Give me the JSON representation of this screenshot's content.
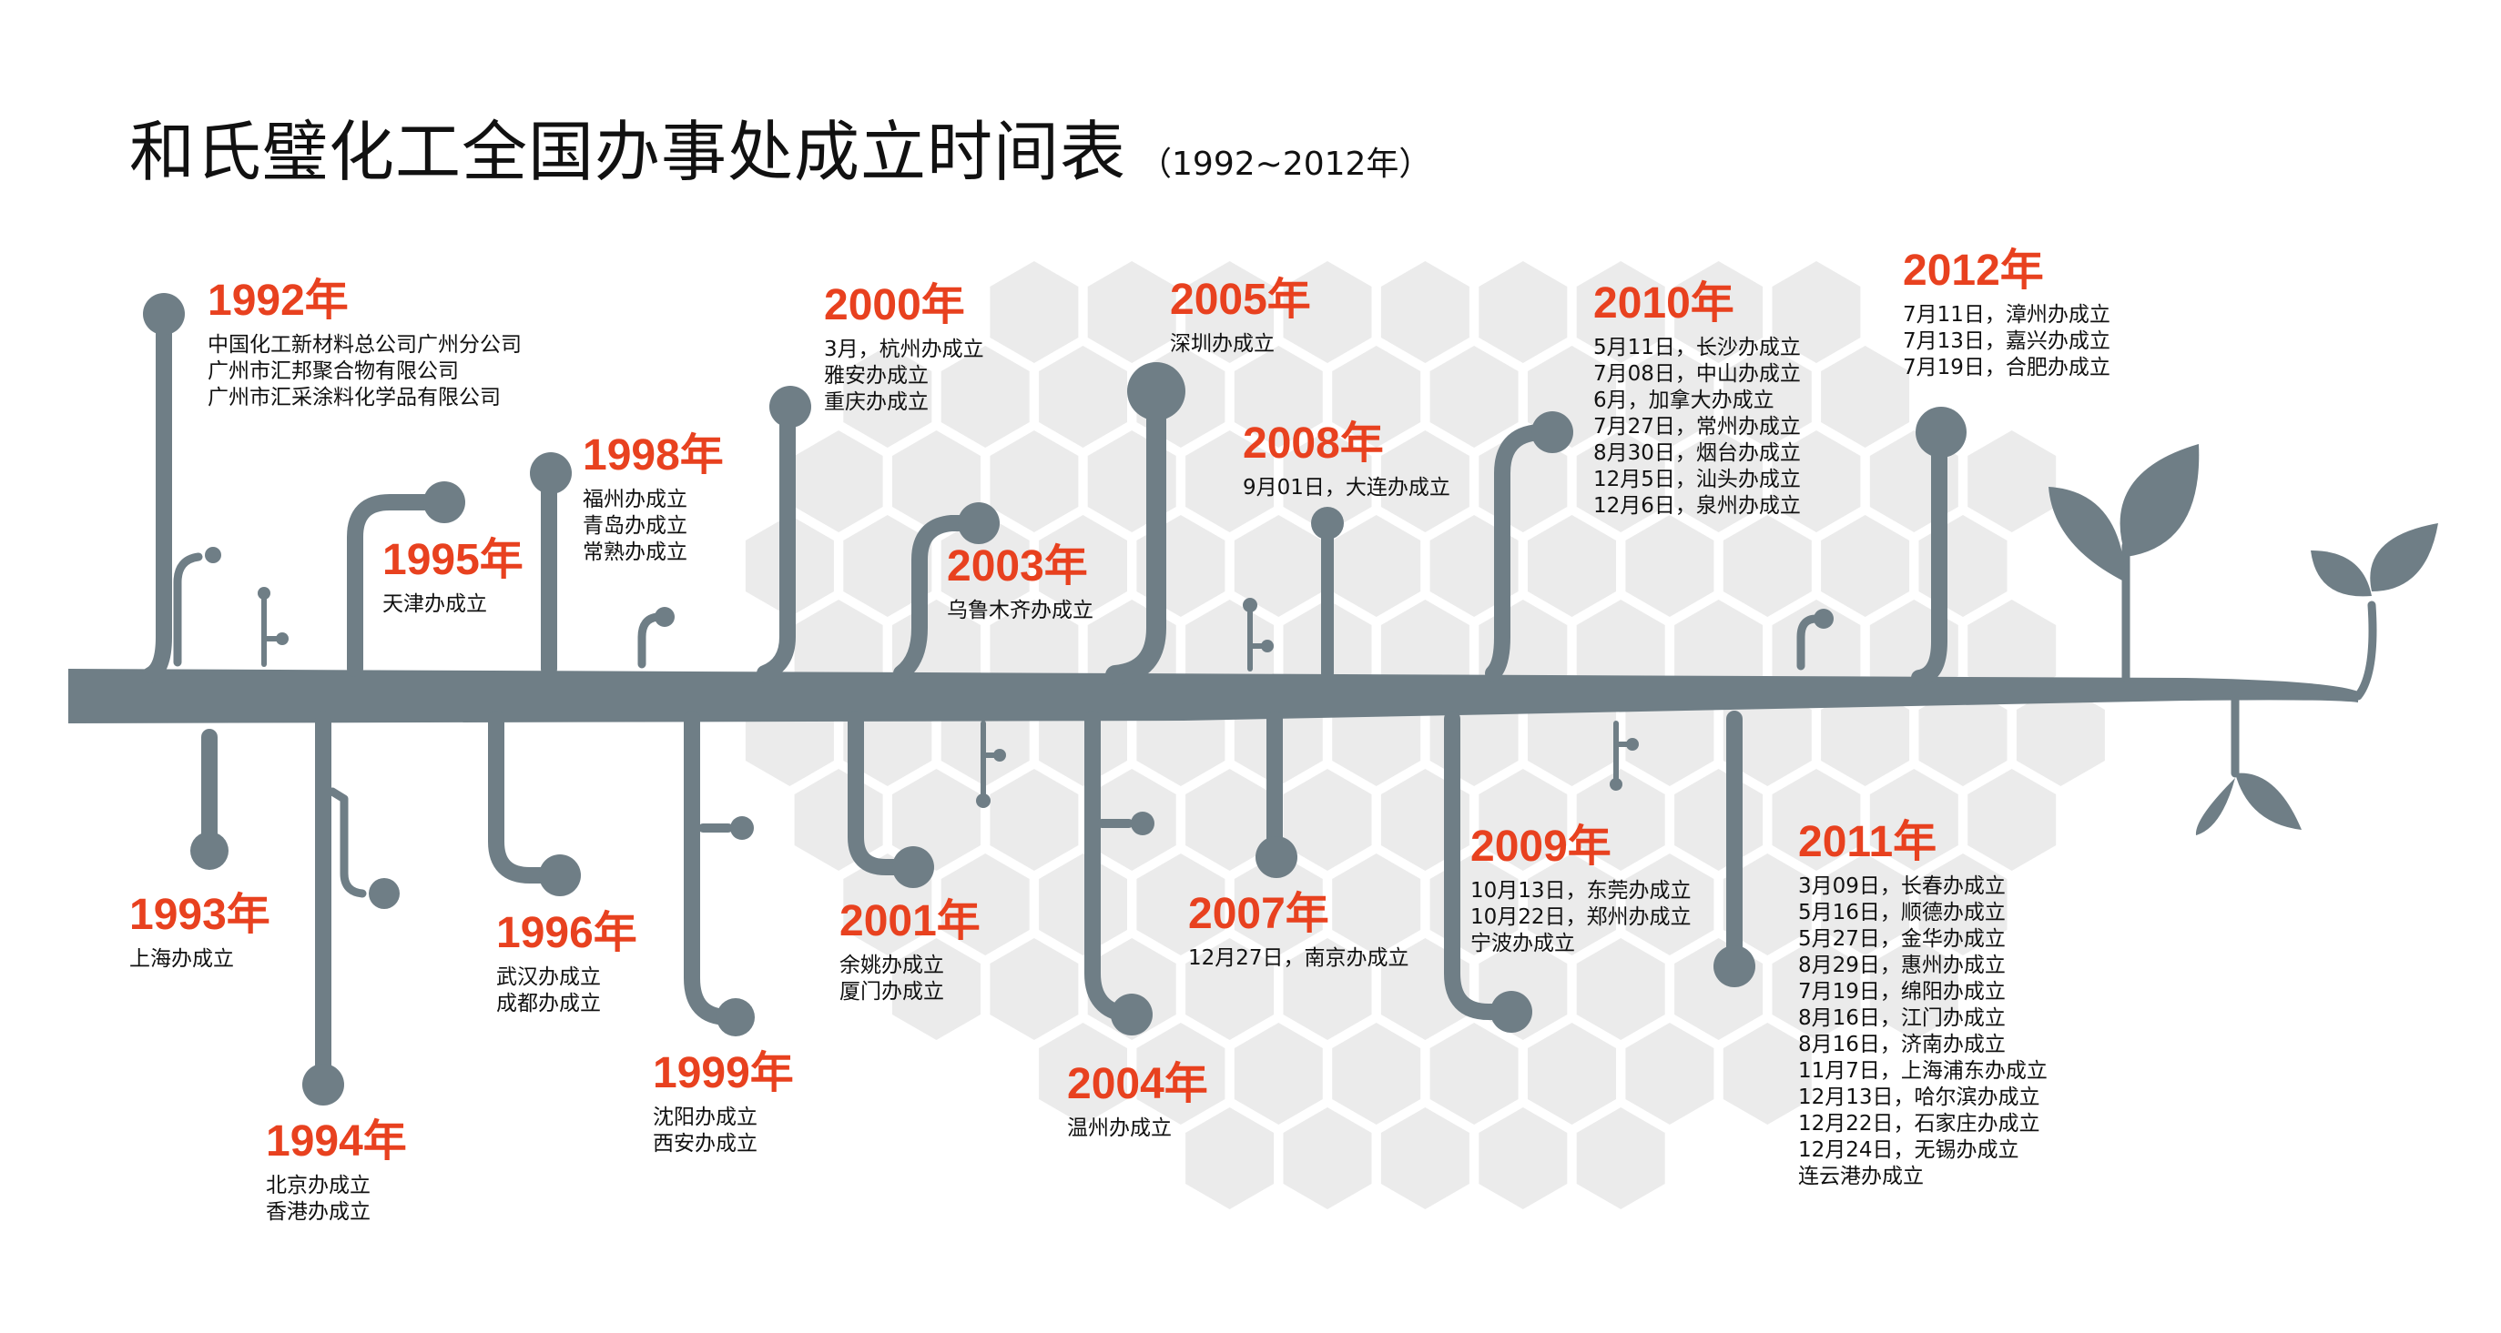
{
  "title": "和氏璧化工全国办事处成立时间表",
  "subtitle": "（1992~2012年）",
  "colors": {
    "branch": "#6f7e86",
    "year": "#e8411f",
    "hexagon": "#ebebeb",
    "text": "#111111"
  },
  "events": [
    {
      "year": "1992年",
      "items": [
        "中国化工新材料总公司广州分公司",
        "广州市汇邦聚合物有限公司",
        "广州市汇采涂料化学品有限公司"
      ]
    },
    {
      "year": "1993年",
      "items": [
        "上海办成立"
      ]
    },
    {
      "year": "1994年",
      "items": [
        "北京办成立",
        "香港办成立"
      ]
    },
    {
      "year": "1995年",
      "items": [
        "天津办成立"
      ]
    },
    {
      "year": "1996年",
      "items": [
        "武汉办成立",
        "成都办成立"
      ]
    },
    {
      "year": "1998年",
      "items": [
        "福州办成立",
        "青岛办成立",
        "常熟办成立"
      ]
    },
    {
      "year": "1999年",
      "items": [
        "沈阳办成立",
        "西安办成立"
      ]
    },
    {
      "year": "2000年",
      "items": [
        "3月，杭州办成立",
        "雅安办成立",
        "重庆办成立"
      ]
    },
    {
      "year": "2001年",
      "items": [
        "余姚办成立",
        "厦门办成立"
      ]
    },
    {
      "year": "2003年",
      "items": [
        "乌鲁木齐办成立"
      ]
    },
    {
      "year": "2004年",
      "items": [
        "温州办成立"
      ]
    },
    {
      "year": "2005年",
      "items": [
        "深圳办成立"
      ]
    },
    {
      "year": "2007年",
      "items": [
        "12月27日，南京办成立"
      ]
    },
    {
      "year": "2008年",
      "items": [
        "9月01日，大连办成立"
      ]
    },
    {
      "year": "2009年",
      "items": [
        "10月13日，东莞办成立",
        "10月22日，郑州办成立",
        "宁波办成立"
      ]
    },
    {
      "year": "2010年",
      "items": [
        "5月11日，长沙办成立",
        "7月08日，中山办成立",
        "6月，加拿大办成立",
        "7月27日，常州办成立",
        "8月30日，烟台办成立",
        "12月5日，汕头办成立",
        "12月6日，泉州办成立"
      ]
    },
    {
      "year": "2011年",
      "items": [
        "3月09日，长春办成立",
        "5月16日，顺德办成立",
        "5月27日，金华办成立",
        "8月29日，惠州办成立",
        "7月19日，绵阳办成立",
        "8月16日，江门办成立",
        "8月16日，济南办成立",
        "11月7日，上海浦东办成立",
        "12月13日，哈尔滨办成立",
        "12月22日，石家庄办成立",
        "12月24日，无锡办成立",
        "连云港办成立"
      ]
    },
    {
      "year": "2012年",
      "items": [
        "7月11日，漳州办成立",
        "7月13日，嘉兴办成立",
        "7月19日，合肥办成立"
      ]
    }
  ]
}
